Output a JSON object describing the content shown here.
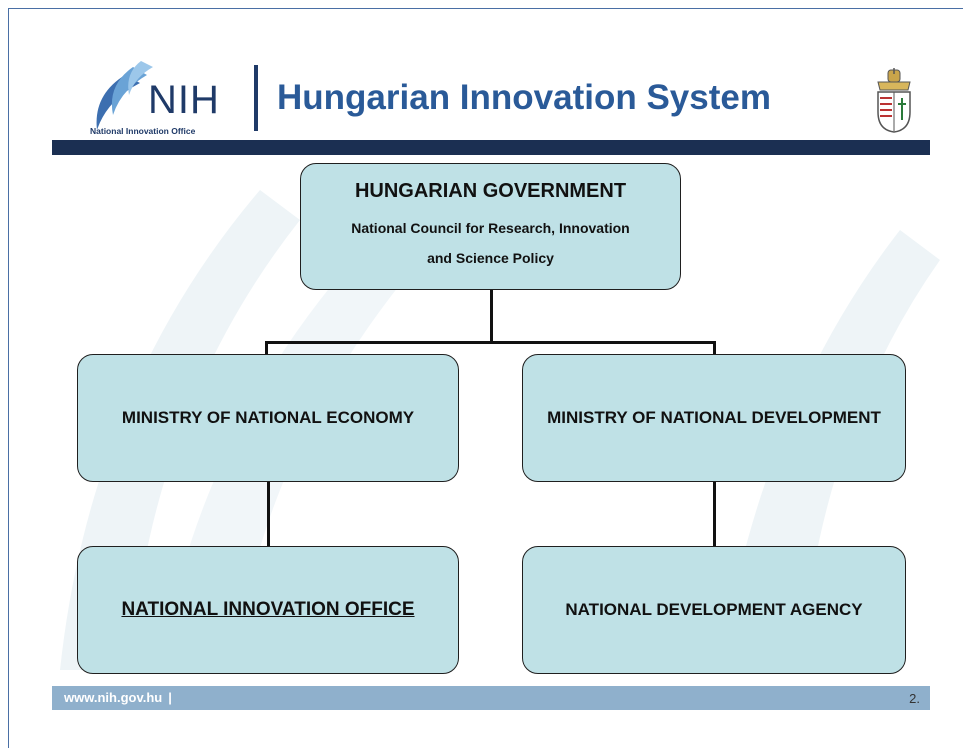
{
  "header": {
    "logo_name": "NIH",
    "logo_subtitle": "National Innovation Office",
    "title": "Hungarian Innovation System"
  },
  "org": {
    "government": {
      "title": "HUNGARIAN GOVERNMENT",
      "sub_line1": "National Council for Research, Innovation",
      "sub_line2": "and Science Policy"
    },
    "ministry_economy": "MINISTRY OF NATIONAL ECONOMY",
    "ministry_development": "MINISTRY OF NATIONAL DEVELOPMENT",
    "innovation_office": "NATIONAL INNOVATION OFFICE",
    "development_agency": "NATIONAL DEVELOPMENT AGENCY"
  },
  "footer": {
    "url": "www.nih.gov.hu",
    "separator": "|",
    "page": "2."
  },
  "colors": {
    "box_fill": "#bfe1e6",
    "header_bar": "#1b2f52",
    "footer_bar": "#8fb0cc",
    "title": "#2a5a98"
  }
}
